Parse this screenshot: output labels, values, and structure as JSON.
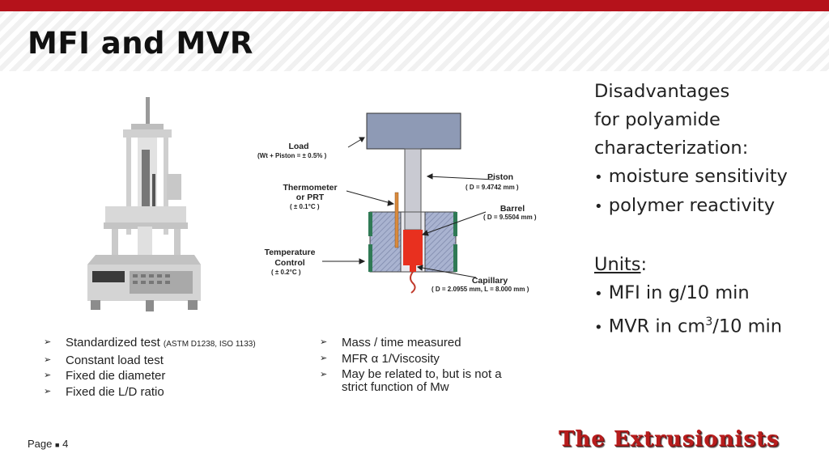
{
  "slide": {
    "title": "MFI and MVR",
    "page_label": "Page",
    "page_number": "4",
    "brand": "The Extrusionists"
  },
  "right_text": {
    "line1": "Disadvantages",
    "line2": "for polyamide",
    "line3": "characterization:",
    "bullet1": "moisture sensitivity",
    "bullet2": "polymer reactivity",
    "units_heading": "Units",
    "units_colon": ":",
    "unit1": "MFI in g/10 min",
    "unit2_prefix": "MVR in cm",
    "unit2_sup": "3",
    "unit2_suffix": "/10 min"
  },
  "left_list": [
    {
      "text": "Standardized test",
      "note": "(ASTM D1238, ISO 1133)"
    },
    {
      "text": "Constant load test"
    },
    {
      "text": "Fixed die diameter"
    },
    {
      "text": "Fixed die L/D ratio"
    }
  ],
  "middle_list": [
    {
      "text": "Mass / time measured"
    },
    {
      "text": "MFR α 1/Viscosity"
    },
    {
      "text": "May be related to, but is not a",
      "text2": "strict function of Mw"
    }
  ],
  "diagram": {
    "load": "Load",
    "load_note": "(Wt + Piston = ± 0.5% )",
    "piston": "Piston",
    "piston_note": "( D = 9.4742 mm )",
    "thermo1": "Thermometer",
    "thermo2": "or PRT",
    "thermo_note": "( ± 0.1°C )",
    "barrel": "Barrel",
    "barrel_note": "( D = 9.5504 mm )",
    "temp1": "Temperature",
    "temp2": "Control",
    "temp_note": "( ± 0.2°C )",
    "capillary": "Capillary",
    "capillary_note": "( D = 2.0955 mm, L = 8.000 mm )"
  },
  "colors": {
    "accent": "#b5121b",
    "melt": "#e8301f",
    "load_block": "#8f9bb5",
    "barrel": "#a8b2cf",
    "green_band": "#2f7a55"
  }
}
